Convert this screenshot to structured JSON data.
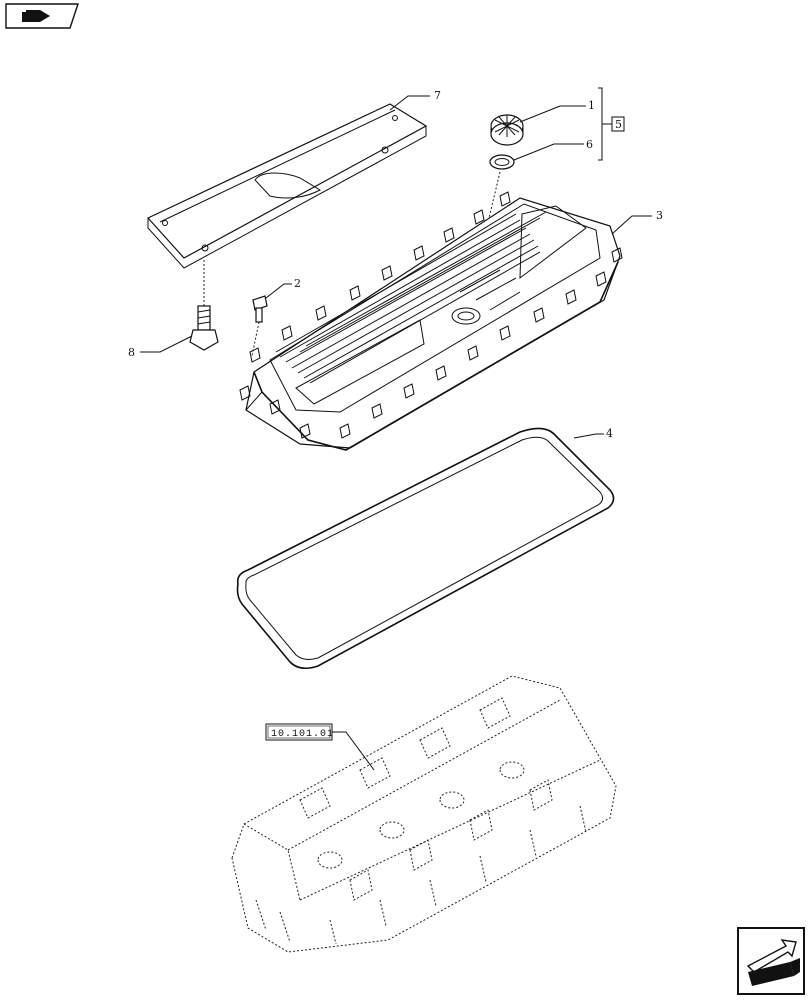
{
  "callouts": {
    "c1": "1",
    "c2": "2",
    "c3": "3",
    "c4": "4",
    "c5": "5",
    "c6": "6",
    "c7": "7",
    "c8": "8"
  },
  "reference": "10.101.01",
  "icons": {
    "top_nav": "book-page-arrow-icon",
    "bottom_nav": "next-page-arrow-icon"
  }
}
